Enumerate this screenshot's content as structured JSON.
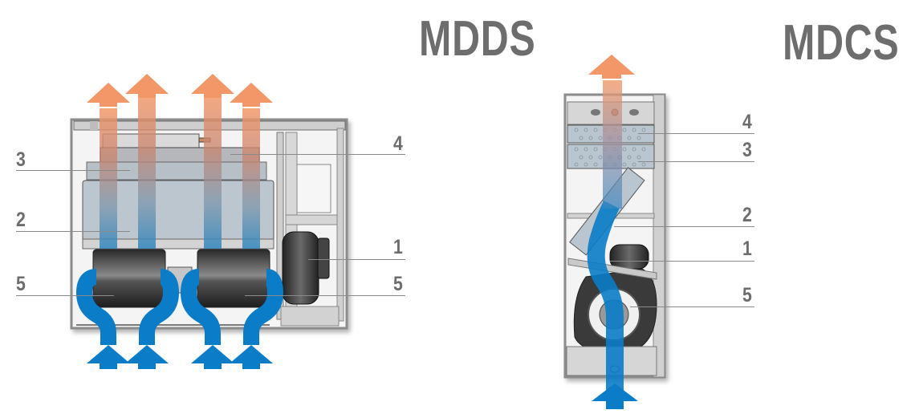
{
  "diagrams": [
    {
      "title": "MDDS",
      "labels": {
        "filter_upper": "3",
        "coil": "2",
        "fan_left": "5",
        "heater": "4",
        "motor": "1",
        "fan_right": "5"
      }
    },
    {
      "title": "MDCS",
      "labels": {
        "heater": "4",
        "filter": "3",
        "coil": "2",
        "motor": "1",
        "fan": "5"
      }
    }
  ],
  "colors": {
    "warm_air": "#f29868",
    "cold_air": "#0a7cc8",
    "title_gray": "#6d6d6d",
    "casing": "#c8c8c8"
  }
}
